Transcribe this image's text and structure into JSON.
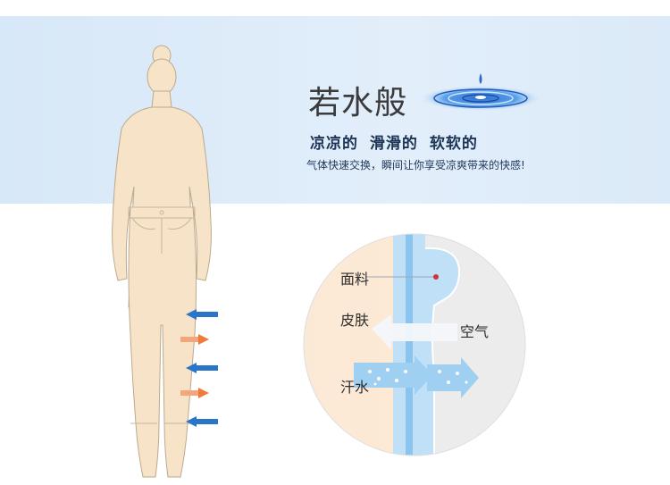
{
  "banner": {
    "headline": "若水般",
    "subline": "凉凉的 滑滑的 软软的",
    "description": "气体快速交换，瞬间让你享受凉爽带来的快感!"
  },
  "diagram": {
    "label_fabric": "面料",
    "label_skin": "皮肤",
    "label_air": "空气",
    "label_sweat": "汗水"
  },
  "colors": {
    "band": "#dbeaf8",
    "figure_fill": "#f7e4c8",
    "arrow_in": "#2a74c9",
    "arrow_out": "#ef7a3a",
    "fabric_blue": "#8cc4f0"
  },
  "icons": [
    "water-ripple-icon",
    "human-figure-illustration",
    "air-arrow-icon",
    "sweat-arrow-icon"
  ]
}
